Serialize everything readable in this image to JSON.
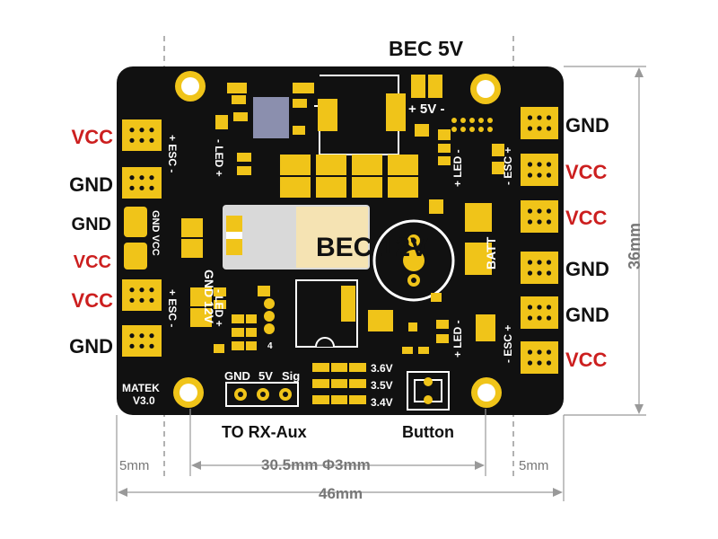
{
  "colors": {
    "board": "#111111",
    "pad": "#f0c419",
    "silk": "#ffffff",
    "vcc": "#cc1f1f",
    "label": "#111111",
    "dim": "#777777",
    "chip": "#8b8fae",
    "bec_box": "#d9d9d9"
  },
  "top_title": "BEC 5V",
  "left_labels": [
    "VCC",
    "GND",
    "GND",
    "VCC",
    "VCC",
    "GND"
  ],
  "right_labels": [
    "GND",
    "VCC",
    "VCC",
    "GND",
    "GND",
    "VCC"
  ],
  "board": {
    "brand": "MATEK",
    "version": "V3.0",
    "bec12": "BEC 12V",
    "plus5v": "+ 5V -",
    "batt": "BATT",
    "gnd12v": "GND 12V",
    "gnd_vcc": "GND VCC",
    "esc_left_top": "+ ESC -",
    "led_left_top": "- LED +",
    "esc_left_bottom": "+ ESC -",
    "led_left_bottom": "- LED +",
    "led_right_top": "+ LED -",
    "esc_right_top": "- ESC +",
    "led_right_bottom": "+ LED -",
    "esc_right_bottom": "- ESC +",
    "rx_pins": [
      "GND",
      "5V",
      "Sig"
    ],
    "voltages": [
      "3.6V",
      "3.5V",
      "3.4V"
    ],
    "marker4": "4"
  },
  "bottom_labels": {
    "rx": "TO RX-Aux",
    "button": "Button"
  },
  "dimensions": {
    "height": "36mm",
    "left_margin": "5mm",
    "right_margin": "5mm",
    "hole_spacing": "30.5mm Φ3mm",
    "width": "46mm"
  }
}
